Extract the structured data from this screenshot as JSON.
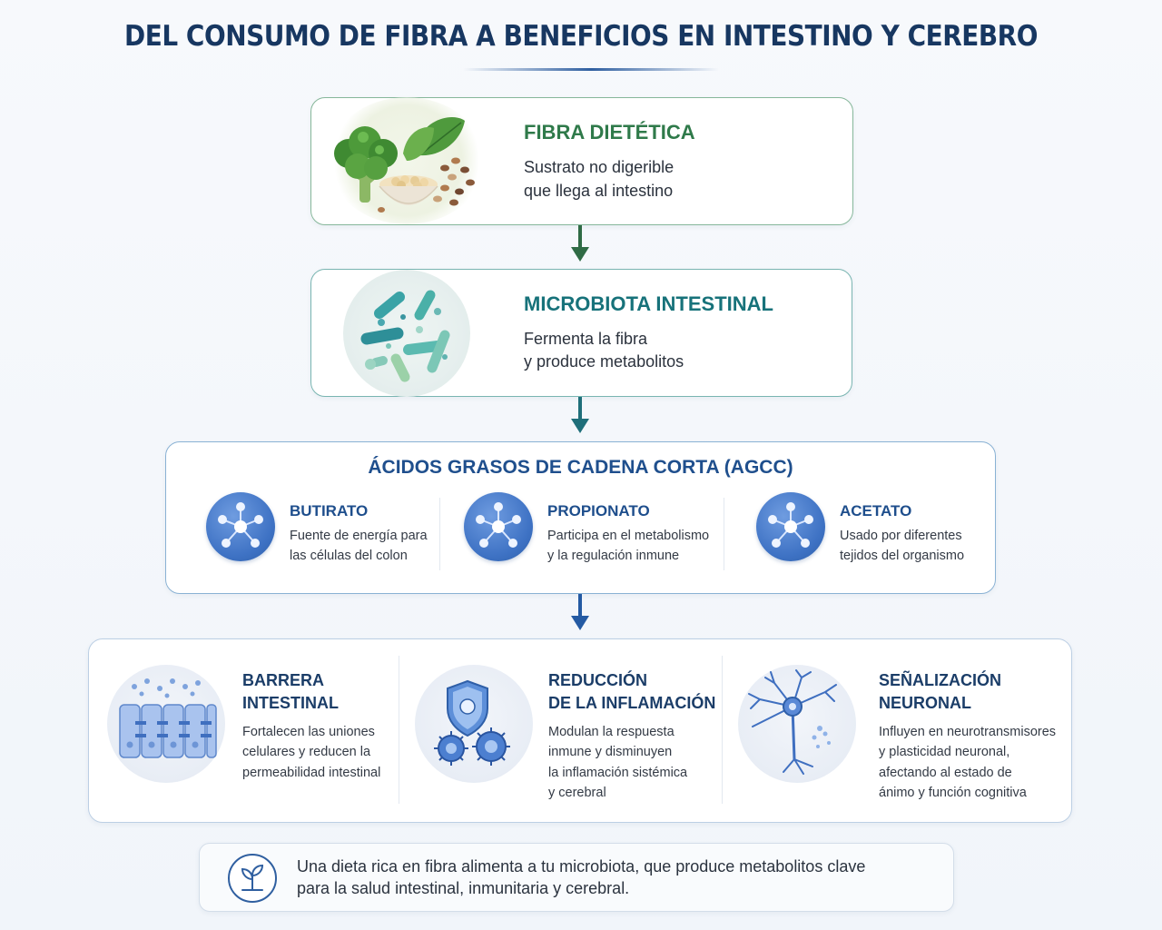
{
  "title": "DEL CONSUMO DE FIBRA A BENEFICIOS EN INTESTINO Y CEREBRO",
  "fibra": {
    "title": "FIBRA DIETÉTICA",
    "desc_line1": "Sustrato no digerible",
    "desc_line2": "que llega al intestino"
  },
  "microbiota": {
    "title": "MICROBIOTA INTESTINAL",
    "desc_line1": "Fermenta la fibra",
    "desc_line2": "y produce metabolitos"
  },
  "agcc": {
    "title": "ÁCIDOS GRASOS DE CADENA CORTA (AGCC)",
    "items": [
      {
        "name": "BUTIRATO",
        "desc_line1": "Fuente de energía para",
        "desc_line2": "las células del colon"
      },
      {
        "name": "PROPIONATO",
        "desc_line1": "Participa en el metabolismo",
        "desc_line2": "y la regulación inmune"
      },
      {
        "name": "ACETATO",
        "desc_line1": "Usado por diferentes",
        "desc_line2": "tejidos del organismo"
      }
    ]
  },
  "benefits": [
    {
      "title_line1": "BARRERA",
      "title_line2": "INTESTINAL",
      "desc": [
        "Fortalecen las uniones",
        "celulares y reducen la",
        "permeabilidad intestinal"
      ],
      "icon": "intestinal-barrier-icon"
    },
    {
      "title_line1": "REDUCCIÓN",
      "title_line2": "DE LA INFLAMACIÓN",
      "desc": [
        "Modulan la respuesta",
        "inmune y disminuyen",
        "la inflamación sistémica",
        "y cerebral"
      ],
      "icon": "shield-immune-cells-icon"
    },
    {
      "title_line1": "SEÑALIZACIÓN",
      "title_line2": "NEURONAL",
      "desc": [
        "Influyen en neurotransmisores",
        "y plasticidad neuronal,",
        "afectando al estado de",
        "ánimo y función cognitiva"
      ],
      "icon": "neuron-icon"
    }
  ],
  "note": {
    "line1": "Una dieta rica en fibra alimenta a tu microbiota, que produce metabolitos clave",
    "line2": "para la salud intestinal, inmunitaria y cerebral.",
    "icon": "sprout-icon"
  },
  "colors": {
    "title": "#173761",
    "green": "#2f7a4a",
    "teal": "#17727a",
    "blue": "#1f4f8d"
  }
}
